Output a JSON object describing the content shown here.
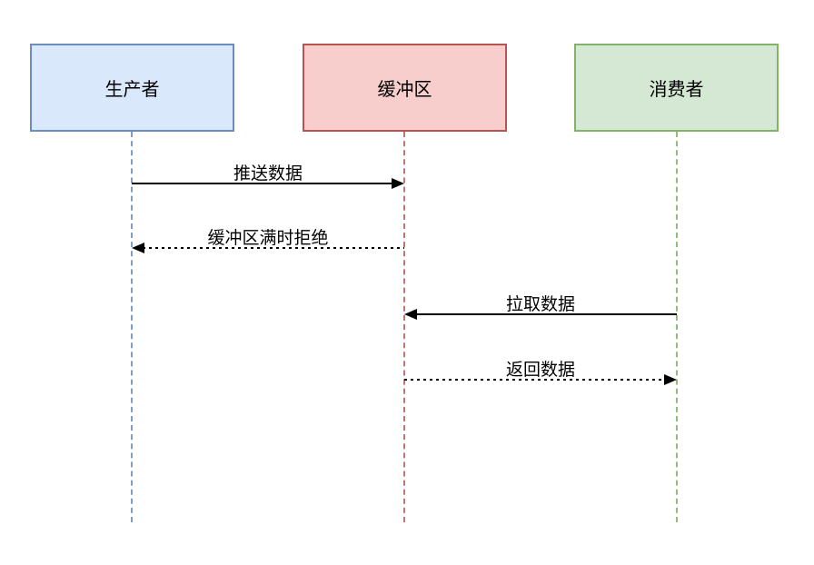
{
  "diagram": {
    "type": "sequence",
    "actors": [
      {
        "id": "producer",
        "label": "生产者",
        "fill": "#dae8fc",
        "stroke": "#6c8ebf"
      },
      {
        "id": "buffer",
        "label": "缓冲区",
        "fill": "#f8cecc",
        "stroke": "#b85450"
      },
      {
        "id": "consumer",
        "label": "消费者",
        "fill": "#d5e8d4",
        "stroke": "#82b366"
      }
    ],
    "messages": [
      {
        "label": "推送数据",
        "from": "producer",
        "to": "buffer",
        "line": "solid",
        "direction": "right"
      },
      {
        "label": "缓冲区满时拒绝",
        "from": "buffer",
        "to": "producer",
        "line": "dotted",
        "direction": "left"
      },
      {
        "label": "拉取数据",
        "from": "consumer",
        "to": "buffer",
        "line": "solid",
        "direction": "left"
      },
      {
        "label": "返回数据",
        "from": "buffer",
        "to": "consumer",
        "line": "dotted",
        "direction": "right"
      }
    ]
  }
}
